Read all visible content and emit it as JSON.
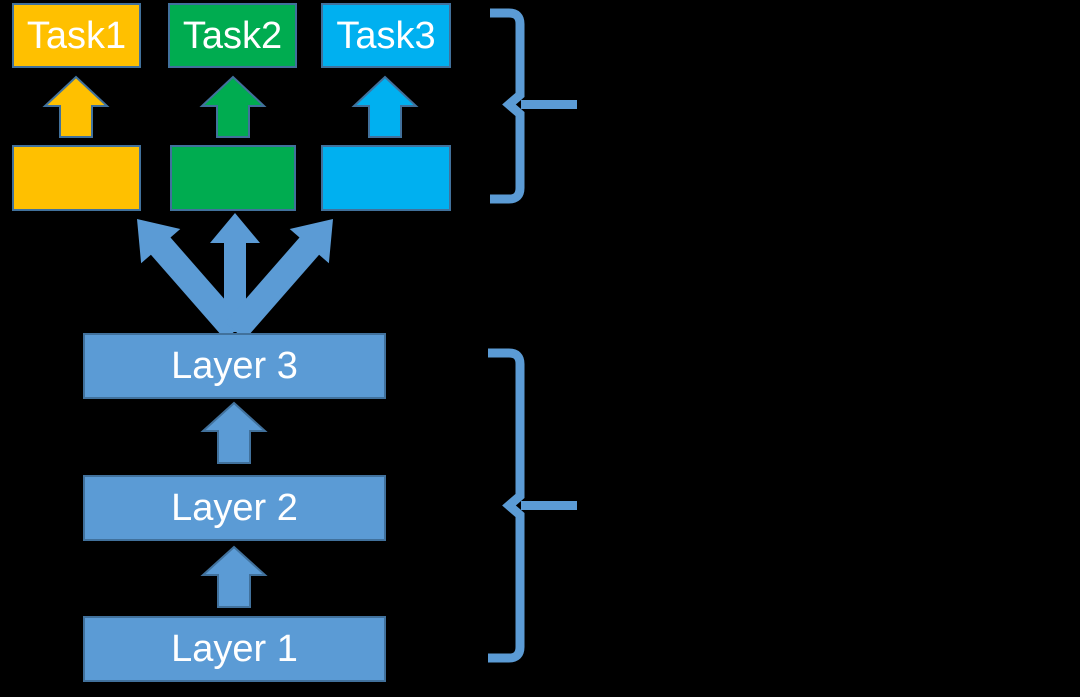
{
  "colors": {
    "background": "#000000",
    "shared_blue": "#5B9BD5",
    "box_border": "#41719C",
    "text": "#FFFFFF"
  },
  "tasks": [
    {
      "label": "Task1",
      "fill": "#FFC000"
    },
    {
      "label": "Task2",
      "fill": "#00AC50"
    },
    {
      "label": "Task3",
      "fill": "#00B0F0"
    }
  ],
  "heads": [
    {
      "fill": "#FFC000"
    },
    {
      "fill": "#00AC50"
    },
    {
      "fill": "#00B0F0"
    }
  ],
  "layers": [
    {
      "label": "Layer 3"
    },
    {
      "label": "Layer 2"
    },
    {
      "label": "Layer 1"
    }
  ]
}
